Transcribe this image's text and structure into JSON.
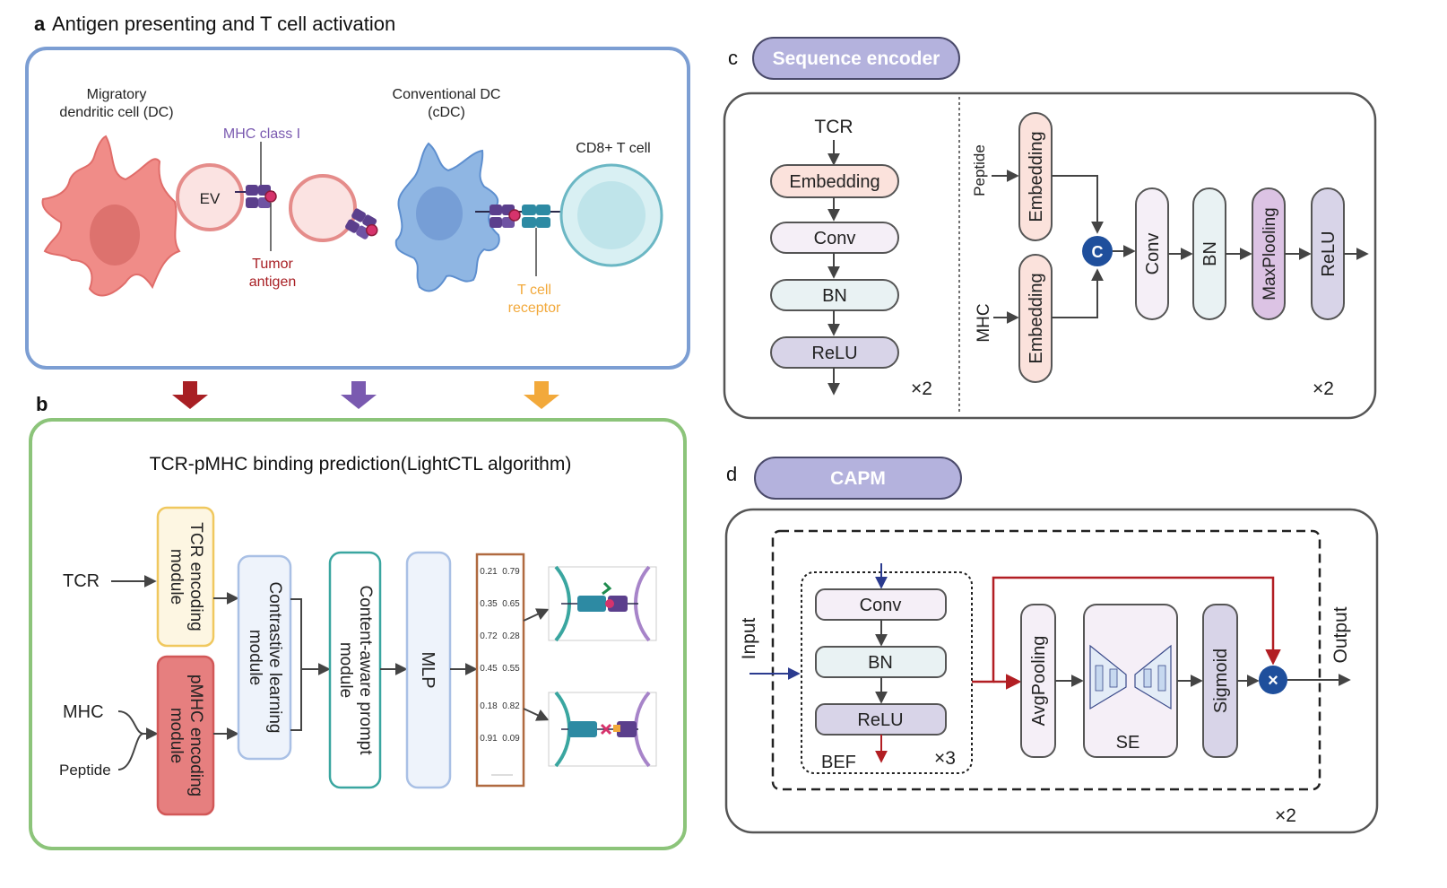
{
  "panel_a": {
    "letter": "a",
    "title": "Antigen presenting and T cell activation",
    "migratory_dc_line1": "Migratory",
    "migratory_dc_line2": "dendritic cell (DC)",
    "mhc_class": "MHC class I",
    "ev": "EV",
    "tumor_line1": "Tumor",
    "tumor_line2": "antigen",
    "cdc_line1": "Conventional DC",
    "cdc_line2": "(cDC)",
    "tcell": "CD8+ T cell",
    "tcr_line1": "T cell",
    "tcr_line2": "receptor"
  },
  "panel_b": {
    "letter": "b",
    "title": "TCR-pMHC binding prediction(LightCTL algorithm)",
    "tcr": "TCR",
    "mhc": "MHC",
    "peptide": "Peptide",
    "tcr_module_line1": "TCR encoding",
    "tcr_module_line2": "module",
    "pmhc_module_line1": "pMHC encoding",
    "pmhc_module_line2": "module",
    "contrastive_line1": "Contrastive learning",
    "contrastive_line2": "module",
    "prompt_line1": "Content-aware prompt",
    "prompt_line2": "module",
    "mlp": "MLP",
    "scores": [
      [
        "0.21",
        "0.79"
      ],
      [
        "0.35",
        "0.65"
      ],
      [
        "0.72",
        "0.28"
      ],
      [
        "0.45",
        "0.55"
      ],
      [
        "0.18",
        "0.82"
      ],
      [
        "0.91",
        "0.09"
      ]
    ]
  },
  "panel_c": {
    "letter": "c",
    "title": "Sequence encoder",
    "tcr": "TCR",
    "embedding": "Embedding",
    "conv": "Conv",
    "bn": "BN",
    "relu": "ReLU",
    "x2_left": "×2",
    "peptide": "Peptide",
    "mhc": "MHC",
    "concat": "C",
    "maxpool": "MaxPlooling",
    "x2_right": "×2"
  },
  "panel_d": {
    "letter": "d",
    "title": "CAPM",
    "input": "Input",
    "output": "Output",
    "conv": "Conv",
    "bn": "BN",
    "relu": "ReLU",
    "bef": "BEF",
    "x3": "×3",
    "avgpool": "AvgPooling",
    "se": "SE",
    "sigmoid": "Sigmoid",
    "multiply": "×",
    "x2": "×2"
  },
  "colors": {
    "panel_a_border": "#7c9ed3",
    "panel_b_border": "#8cc47a",
    "dark_red": "#a81f24",
    "purple": "#7a5ab0",
    "orange": "#f2a93b",
    "tcr_module": "#f6d98a",
    "pmhc_module": "#e57878",
    "teal": "#3aa6a0",
    "brown": "#b06a40",
    "concat_blue": "#1f4f9c"
  }
}
